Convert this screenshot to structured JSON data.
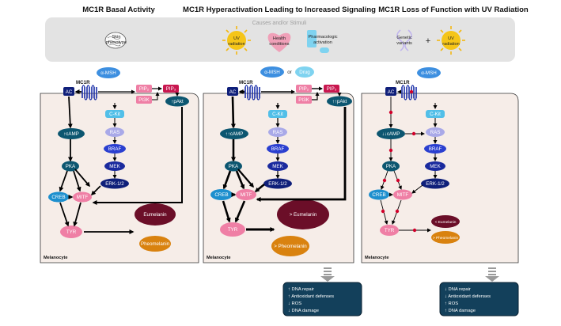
{
  "panels": [
    {
      "title": "MC1R Basal Activity"
    },
    {
      "title": "MC1R Hyperactivation Leading to Increased Signaling"
    },
    {
      "title": "MC1R Loss of Function with UV Radiation"
    }
  ],
  "causes": {
    "header": "Causes and/or Stimuli",
    "skin": "Skin\nphenotype",
    "uv": "UV\nradiation",
    "health": "Health\nconditions",
    "pharma": "Pharmacologic\nactivation",
    "genetic": "Genetic\nvariants",
    "plus": "+"
  },
  "nodes": {
    "amsh": "α-MSH",
    "or": "or",
    "drug": "Drug",
    "mc1r": "MC1R",
    "ac": "AC",
    "pip2": "PIP₂",
    "pip3": "PIP₃",
    "pi3k": "PI3K",
    "pakt": "↑pAkt",
    "pakt2": "↑↑pAkt",
    "ckit": "C-Kit",
    "camp1": "↑cAMP",
    "camp2": "↑↑cAMP",
    "camp3": "↓↓cAMP",
    "ras": "RAS",
    "braf": "BRAF",
    "mek": "MEK",
    "erk": "ERK-1/2",
    "pka": "PKA",
    "creb": "CREB",
    "mitf": "MITF",
    "tyr": "TYR",
    "eumelanin": "Eumelanin",
    "pheomelanin": "Pheomelanin",
    "eumelanin2": "> Eumelanin",
    "pheomelanin2": "> Pheomelanin",
    "eumelanin3": "< Eumelanin",
    "pheomelanin3": "> Pheomelanin",
    "melanocyte": "Melanocyte"
  },
  "effects": [
    {
      "lines": [
        "↑ DNA repair",
        "↑ Antioxidant defenses",
        "↓ ROS",
        "↓ DNA damage"
      ]
    },
    {
      "lines": [
        "↓ DNA repair",
        "↓ Antioxidant defenses",
        "↑ ROS",
        "↑ DNA damage"
      ]
    }
  ],
  "colors": {
    "navy": "#0f1f7a",
    "royal": "#2a3fd0",
    "teal": "#0c5670",
    "sky": "#52bfe8",
    "lavender": "#a9a9e8",
    "pink": "#ef7fa5",
    "magenta": "#c8174f",
    "maroon": "#6b0e28",
    "orange": "#d9820f",
    "cell": "#f6ede8",
    "effectbox": "#13405b",
    "stim_bar": "#e3e3e3",
    "cross": "#d1002a"
  }
}
